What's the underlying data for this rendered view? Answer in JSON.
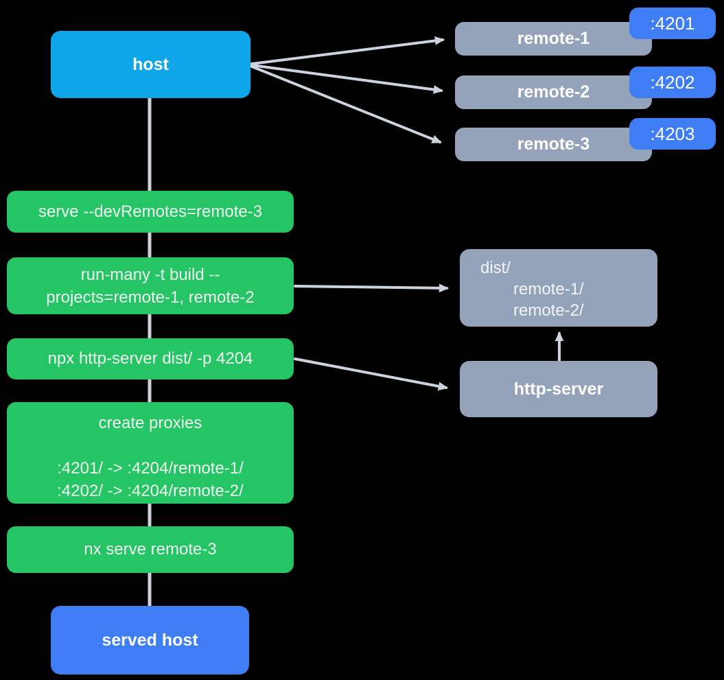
{
  "colors": {
    "background": "#000000",
    "host_blue": "#0FA6E9",
    "node_gray": "#94A2BA",
    "badge_blue": "#3E7DF3",
    "command_green": "#25C464",
    "connector_gray": "#CDD3DE"
  },
  "host": {
    "label": "host"
  },
  "remotes": [
    {
      "label": "remote-1",
      "port": ":4201"
    },
    {
      "label": "remote-2",
      "port": ":4202"
    },
    {
      "label": "remote-3",
      "port": ":4203"
    }
  ],
  "commands": {
    "serve": "serve --devRemotes=remote-3",
    "run_many_line1": "run-many -t build --",
    "run_many_line2": "projects=remote-1, remote-2",
    "http_server": "npx http-server dist/ -p 4204",
    "proxies_title": "create proxies",
    "proxy_rule_1": ":4201/ -> :4204/remote-1/",
    "proxy_rule_2": ":4202/ -> :4204/remote-2/",
    "nx_serve": "nx serve remote-3"
  },
  "dist_folder": {
    "root": "dist/",
    "child_1": "remote-1/",
    "child_2": "remote-2/"
  },
  "http_server_node": {
    "label": "http-server"
  },
  "served_host": {
    "label": "served host"
  }
}
